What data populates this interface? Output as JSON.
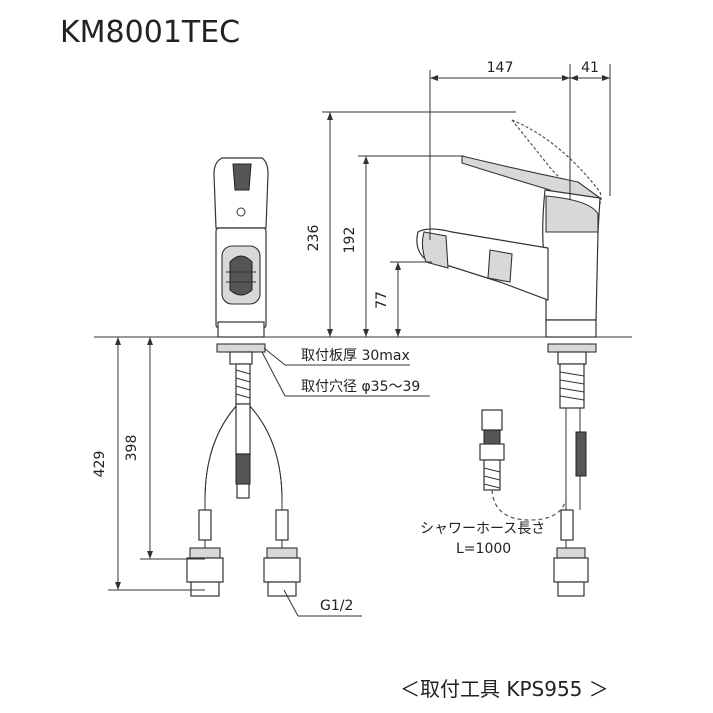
{
  "model": "KM8001TEC",
  "dimensions": {
    "width_spout": "147",
    "width_base": "41",
    "height_total": "236",
    "height_handle": "192",
    "height_spout": "77",
    "below_total": "429",
    "below_hose": "398"
  },
  "notes": {
    "counter_thickness": "取付板厚 30max",
    "hole_diameter": "取付穴径 φ35～39",
    "shower_hose": "シャワーホース長さ",
    "shower_length": "L=1000",
    "thread": "G1/2",
    "tool": "＜取付工具 KPS955 ＞"
  }
}
